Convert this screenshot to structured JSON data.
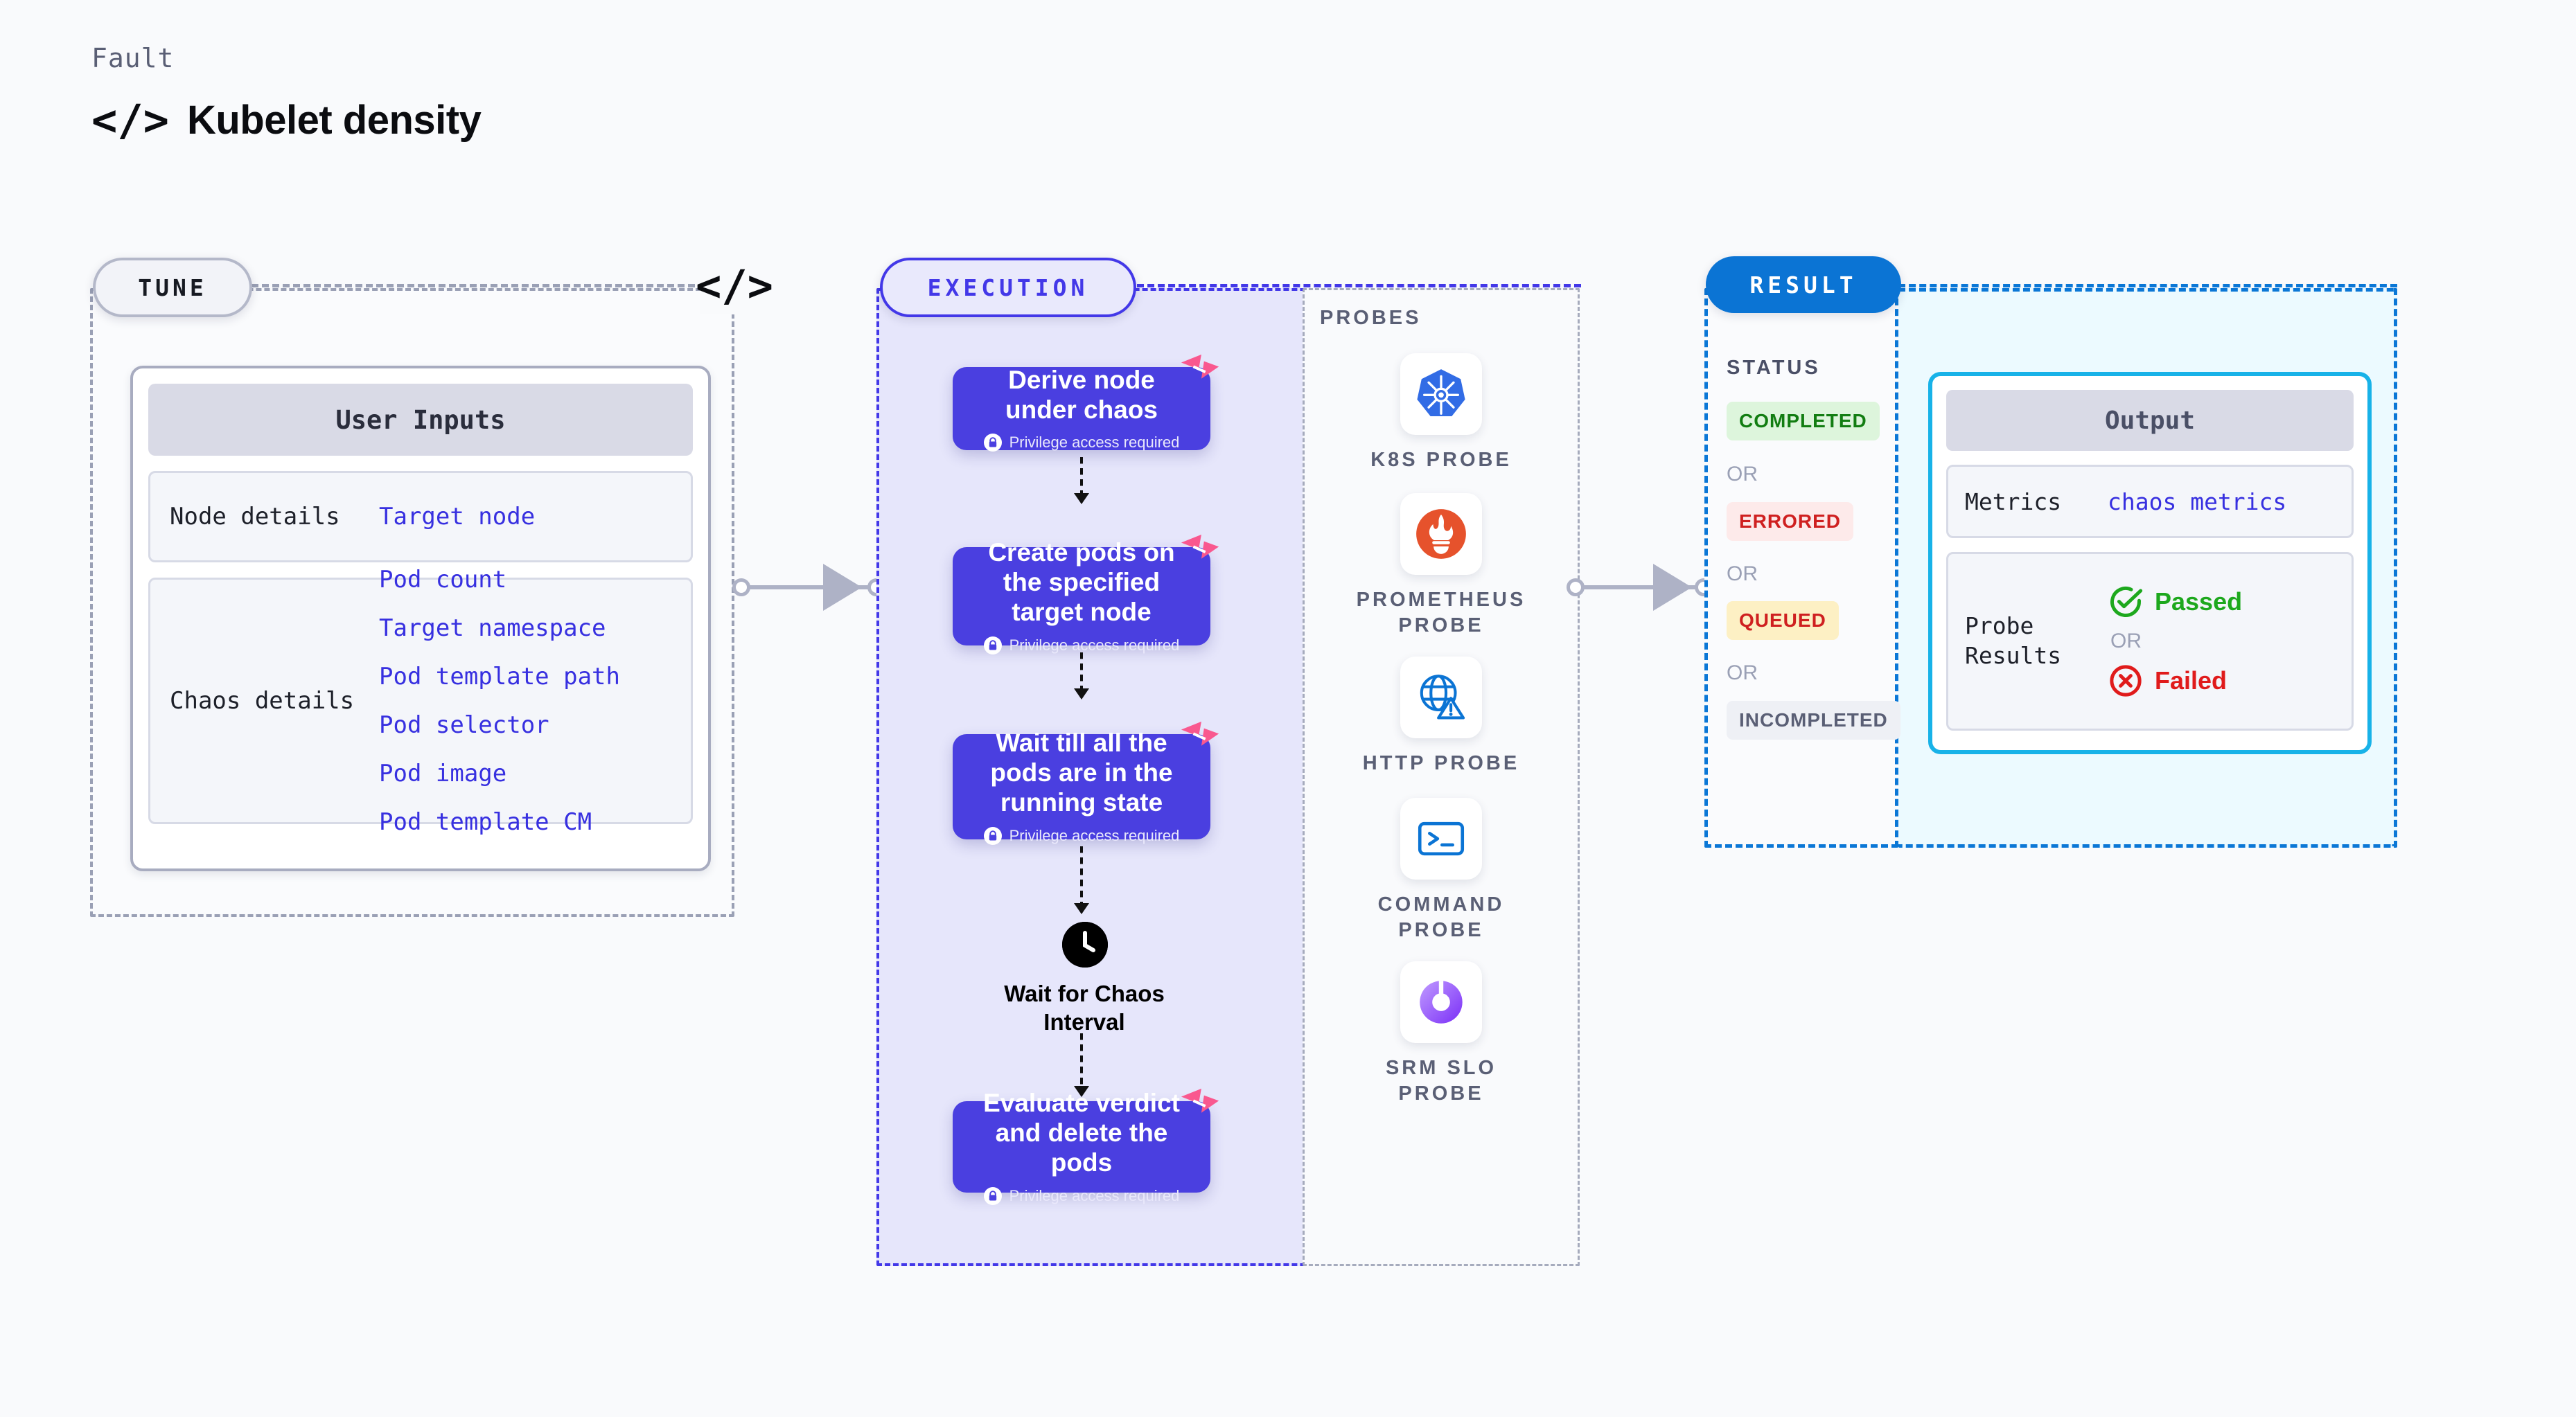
{
  "header": {
    "eyebrow": "Fault",
    "code_icon": "</>",
    "title": "Kubelet density"
  },
  "tune": {
    "tag": "TUNE",
    "code_icon": "</>",
    "card_title": "User Inputs",
    "groups": [
      {
        "key": "Node details",
        "values": [
          "Target node"
        ]
      },
      {
        "key": "Chaos details",
        "values": [
          "Pod count",
          "Target namespace",
          "Pod template path",
          "Pod selector",
          "Pod image",
          "Pod template CM"
        ]
      }
    ]
  },
  "execution": {
    "tag": "EXECUTION",
    "privilege_note": "Privilege access required",
    "steps": [
      {
        "title": "Derive node under chaos",
        "privileged": true
      },
      {
        "title": "Create pods on the specified target node",
        "privileged": true
      },
      {
        "title": "Wait till all the pods are in the running state",
        "privileged": true
      },
      {
        "title": "Evaluate verdict and delete the pods",
        "privileged": true
      }
    ],
    "wait_node": {
      "label": "Wait for Chaos Interval",
      "icon": "clock-icon"
    }
  },
  "probes": {
    "label": "PROBES",
    "items": [
      {
        "label": "K8S PROBE",
        "icon": "kubernetes-icon"
      },
      {
        "label": "PROMETHEUS\nPROBE",
        "icon": "prometheus-icon"
      },
      {
        "label": "HTTP PROBE",
        "icon": "http-globe-icon"
      },
      {
        "label": "COMMAND\nPROBE",
        "icon": "terminal-icon"
      },
      {
        "label": "SRM SLO\nPROBE",
        "icon": "srm-slo-icon"
      }
    ]
  },
  "result": {
    "tag": "RESULT",
    "status_label": "STATUS",
    "or_text": "OR",
    "statuses": [
      {
        "label": "COMPLETED",
        "bg": "#ddf5dc",
        "fg": "#127d12"
      },
      {
        "label": "ERRORED",
        "bg": "#fdeaea",
        "fg": "#cf2020"
      },
      {
        "label": "QUEUED",
        "bg": "#fdf0c4",
        "fg": "#cf2020"
      },
      {
        "label": "INCOMPLETED",
        "bg": "#eef0f5",
        "fg": "#5a5f75"
      }
    ],
    "output": {
      "title": "Output",
      "metrics_key": "Metrics",
      "metrics_value": "chaos metrics",
      "probe_results_key": "Probe\nResults",
      "passed": "Passed",
      "failed": "Failed",
      "or_text": "OR"
    }
  },
  "colors": {
    "accent_indigo": "#4338e8",
    "card_indigo": "#4a3fe0",
    "result_blue": "#0b74d4",
    "output_cyan": "#18b2e8",
    "badge_pink": "#f9588f",
    "link_blue": "#3730e0"
  }
}
